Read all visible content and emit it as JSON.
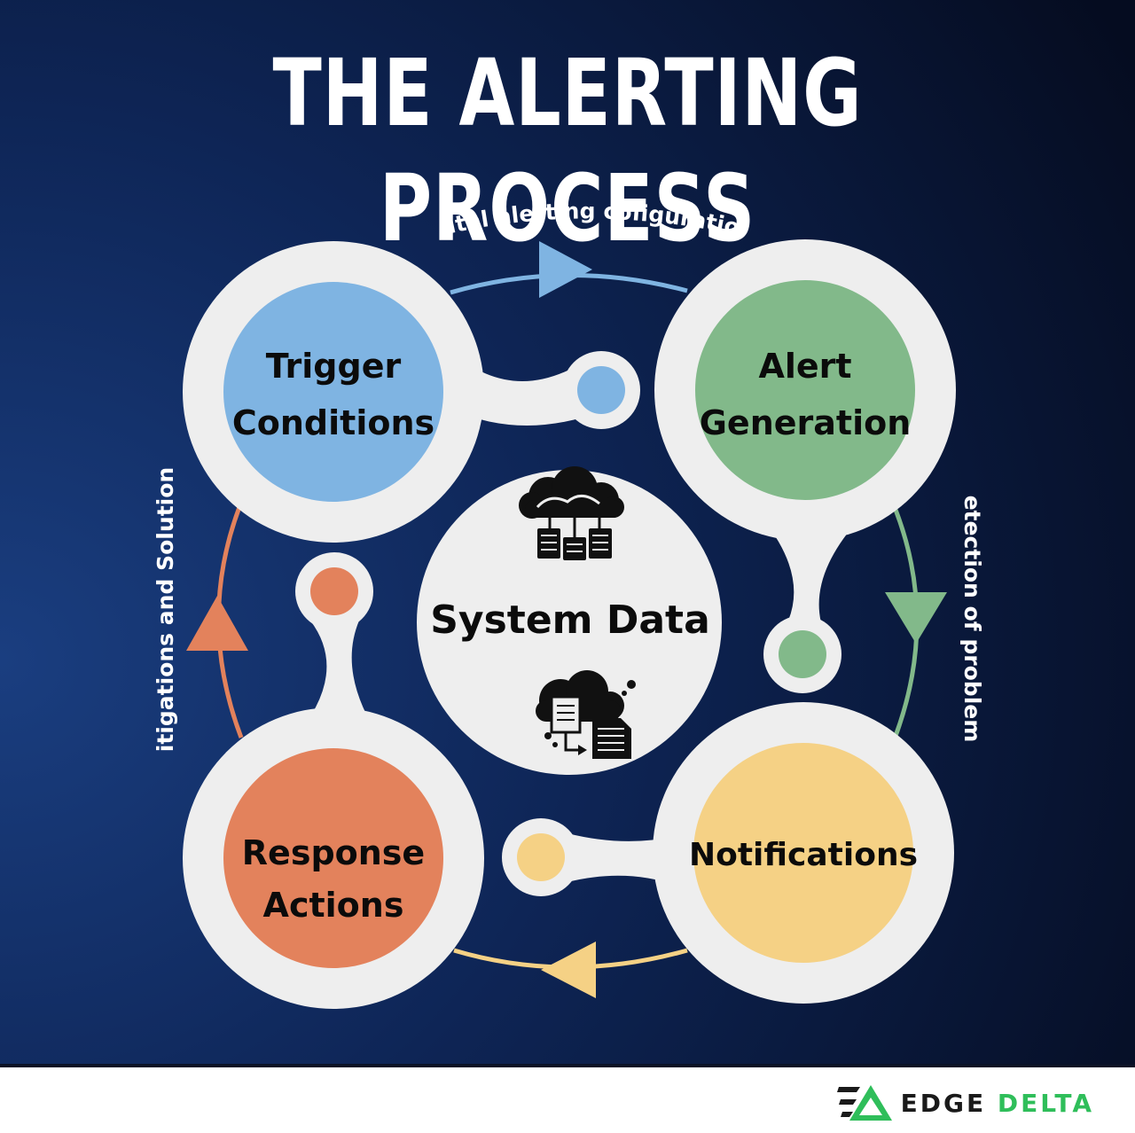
{
  "title": "THE ALERTING PROCESS",
  "colors": {
    "background_dark": "#050c20",
    "background_mid": "#0e2556",
    "background_edge": "#1a3e80",
    "ring": "#eeeeee",
    "trigger": "#7fb4e2",
    "alert": "#82b98a",
    "notifications": "#f5d185",
    "response": "#e3825c",
    "logo_green": "#2fbe5a"
  },
  "nodes": {
    "trigger": {
      "line1": "Trigger",
      "line2": "Conditions"
    },
    "alert": {
      "line1": "Alert",
      "line2": "Generation"
    },
    "notifications": {
      "line1": "Notifications"
    },
    "response": {
      "line1": "Response",
      "line2": "Actions"
    }
  },
  "center": {
    "label": "System Data",
    "icon_top": "cloud-servers-icon",
    "icon_bottom": "cloud-documents-icon"
  },
  "arrows": {
    "top": "Inital alerting cofiguration",
    "right": "Detection of problems",
    "left": "Mitigations and Solutions"
  },
  "logo": {
    "word1": "EDGE",
    "word2": "DELTA"
  }
}
